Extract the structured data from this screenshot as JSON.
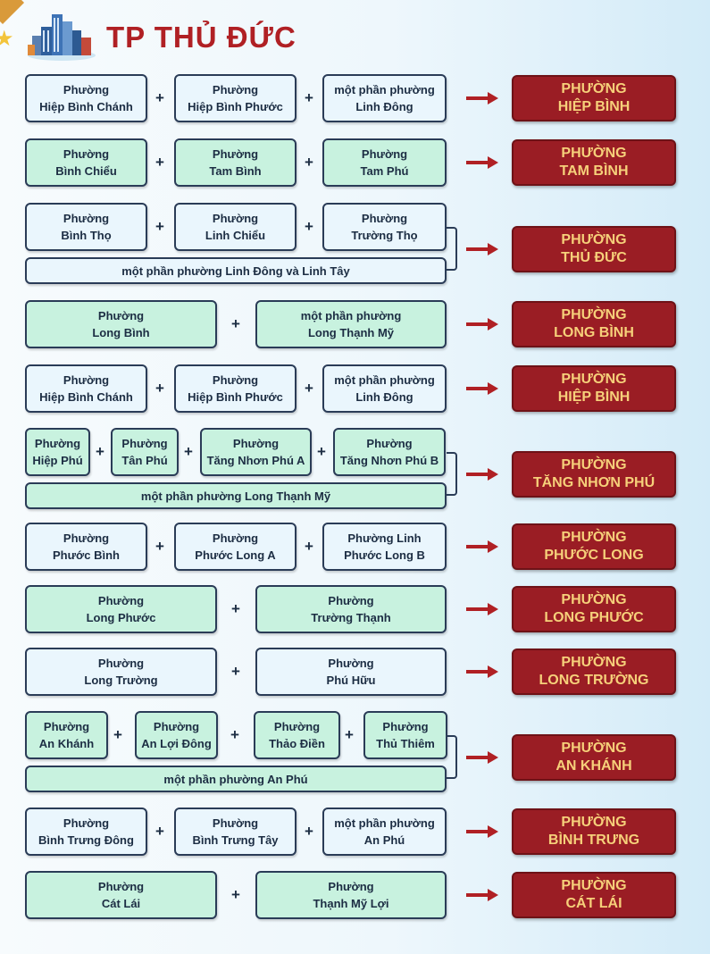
{
  "title": "TP THỦ ĐỨC",
  "colors": {
    "title": "#b02024",
    "result_bg": "#9a1d24",
    "result_text": "#f6d07a",
    "box_white": "#eaf6fd",
    "box_green": "#c8f2df",
    "arrow": "#b02024"
  },
  "icons": {
    "header": "city-skyline-icon",
    "arrow": "arrow-right-icon",
    "plus": "plus-icon"
  },
  "rows": [
    {
      "sources": [
        [
          "Phường",
          "Hiệp Bình Chánh"
        ],
        [
          "Phường",
          "Hiệp Bình Phước"
        ],
        [
          "một phần phường",
          "Linh Đông"
        ]
      ],
      "result": [
        "PHƯỜNG",
        "HIỆP BÌNH"
      ]
    },
    {
      "sources": [
        [
          "Phường",
          "Bình Chiểu"
        ],
        [
          "Phường",
          "Tam Bình"
        ],
        [
          "Phường",
          "Tam Phú"
        ]
      ],
      "result": [
        "PHƯỜNG",
        "TAM BÌNH"
      ]
    },
    {
      "sources": [
        [
          "Phường",
          "Bình Thọ"
        ],
        [
          "Phường",
          "Linh Chiểu"
        ],
        [
          "Phường",
          "Trường Thọ"
        ]
      ],
      "extra": "một phần phường Linh Đông và Linh Tây",
      "result": [
        "PHƯỜNG",
        "THỦ ĐỨC"
      ]
    },
    {
      "sources": [
        [
          "Phường",
          "Long Bình"
        ],
        [
          "một phần phường",
          "Long Thạnh Mỹ"
        ]
      ],
      "result": [
        "PHƯỜNG",
        "LONG BÌNH"
      ]
    },
    {
      "sources": [
        [
          "Phường",
          "Hiệp Bình Chánh"
        ],
        [
          "Phường",
          "Hiệp Bình Phước"
        ],
        [
          "một phần phường",
          "Linh Đông"
        ]
      ],
      "result": [
        "PHƯỜNG",
        "HIỆP BÌNH"
      ]
    },
    {
      "sources": [
        [
          "Phường",
          "Hiệp Phú"
        ],
        [
          "Phường",
          "Tân Phú"
        ],
        [
          "Phường",
          "Tăng Nhơn Phú A"
        ],
        [
          "Phường",
          "Tăng Nhơn Phú B"
        ]
      ],
      "extra": "một phần phường Long Thạnh Mỹ",
      "result": [
        "PHƯỜNG",
        "TĂNG NHƠN PHÚ"
      ]
    },
    {
      "sources": [
        [
          "Phường",
          "Phước Bình"
        ],
        [
          "Phường",
          "Phước Long A"
        ],
        [
          "Phường Linh",
          "Phước Long B"
        ]
      ],
      "result": [
        "PHƯỜNG",
        "PHƯỚC LONG"
      ]
    },
    {
      "sources": [
        [
          "Phường",
          "Long Phước"
        ],
        [
          "Phường",
          "Trường Thạnh"
        ]
      ],
      "result": [
        "PHƯỜNG",
        "LONG PHƯỚC"
      ]
    },
    {
      "sources": [
        [
          "Phường",
          "Long Trường"
        ],
        [
          "Phường",
          "Phú Hữu"
        ]
      ],
      "result": [
        "PHƯỜNG",
        "LONG TRƯỜNG"
      ]
    },
    {
      "sources": [
        [
          "Phường",
          "An Khánh"
        ],
        [
          "Phường",
          "An Lợi Đông"
        ],
        [
          "Phường",
          "Thảo Điền"
        ],
        [
          "Phường",
          "Thủ Thiêm"
        ]
      ],
      "extra": "một phần phường An Phú",
      "result": [
        "PHƯỜNG",
        "AN KHÁNH"
      ]
    },
    {
      "sources": [
        [
          "Phường",
          "Bình Trưng Đông"
        ],
        [
          "Phường",
          "Bình Trưng Tây"
        ],
        [
          "một phần phường",
          "An Phú"
        ]
      ],
      "result": [
        "PHƯỜNG",
        "BÌNH TRƯNG"
      ]
    },
    {
      "sources": [
        [
          "Phường",
          "Cát Lái"
        ],
        [
          "Phường",
          "Thạnh Mỹ Lợi"
        ]
      ],
      "result": [
        "PHƯỜNG",
        "CÁT LÁI"
      ]
    }
  ]
}
